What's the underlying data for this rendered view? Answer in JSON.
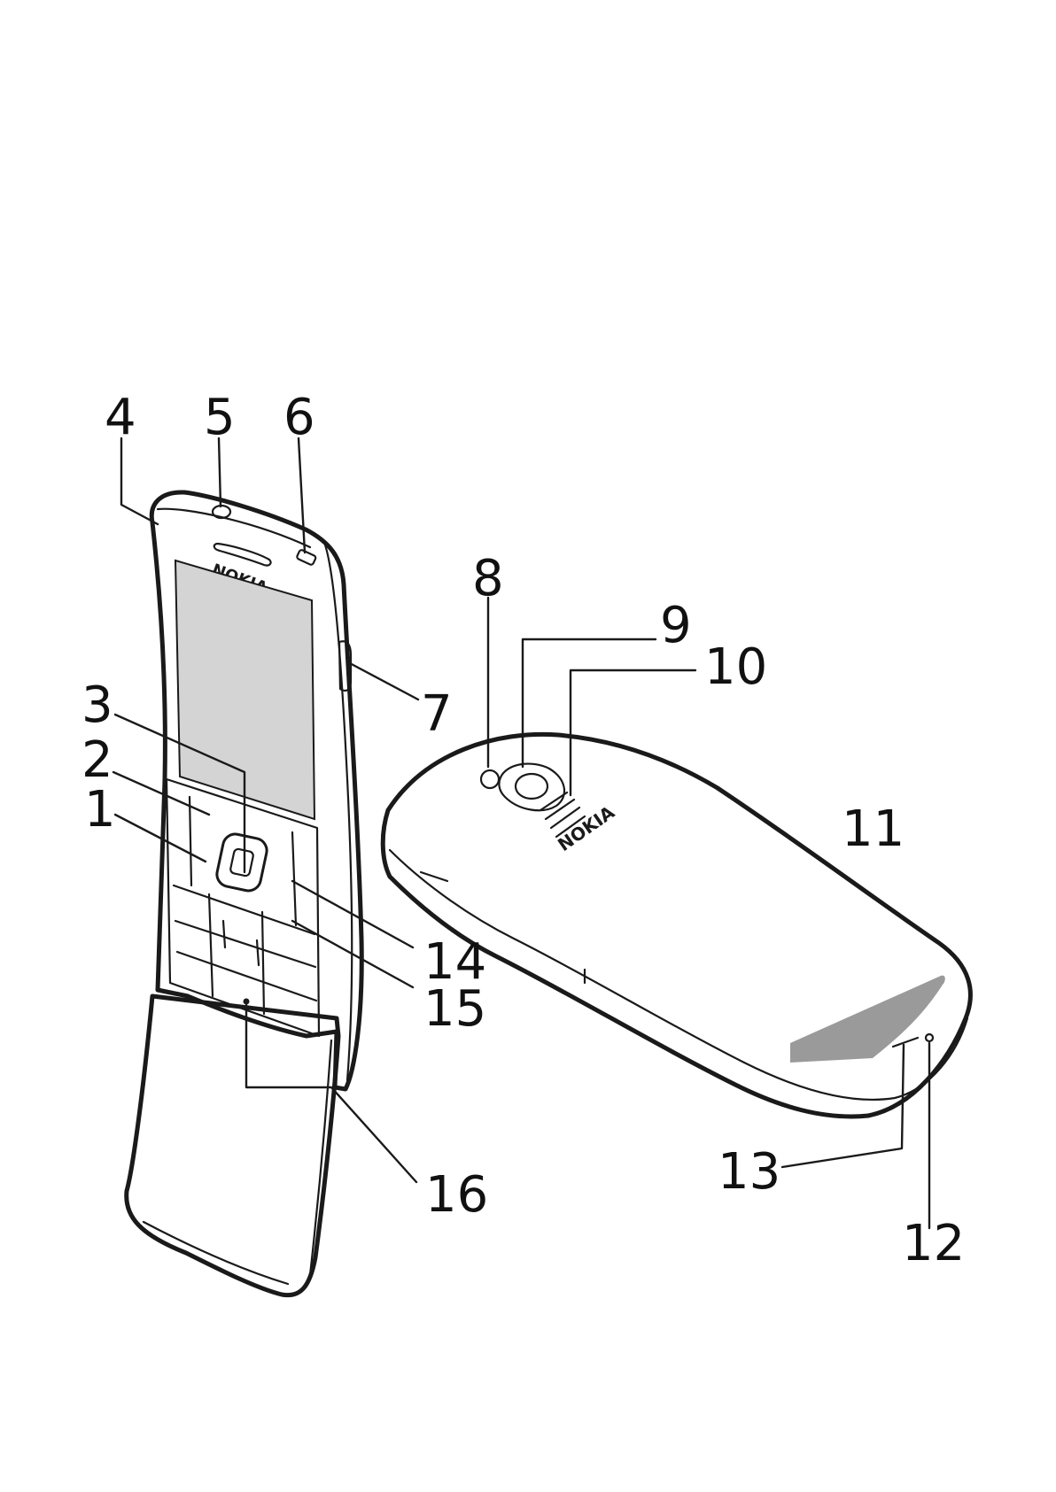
{
  "diagram": {
    "brand_text": "NOKIA",
    "callouts": [
      {
        "id": "c1",
        "label": "1"
      },
      {
        "id": "c2",
        "label": "2"
      },
      {
        "id": "c3",
        "label": "3"
      },
      {
        "id": "c4",
        "label": "4"
      },
      {
        "id": "c5",
        "label": "5"
      },
      {
        "id": "c6",
        "label": "6"
      },
      {
        "id": "c7",
        "label": "7"
      },
      {
        "id": "c8",
        "label": "8"
      },
      {
        "id": "c9",
        "label": "9"
      },
      {
        "id": "c10",
        "label": "10"
      },
      {
        "id": "c11",
        "label": "11"
      },
      {
        "id": "c12",
        "label": "12"
      },
      {
        "id": "c13",
        "label": "13"
      },
      {
        "id": "c14",
        "label": "14"
      },
      {
        "id": "c15",
        "label": "15"
      },
      {
        "id": "c16",
        "label": "16"
      }
    ],
    "colors": {
      "line": "#1a1a1a",
      "screen": "#d4d4d4",
      "label_panel": "#9a9a9a"
    }
  }
}
